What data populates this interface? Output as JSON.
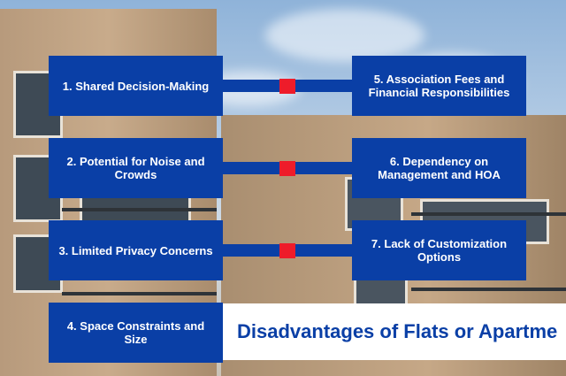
{
  "items": [
    {
      "label": "1. Shared Decision-Making"
    },
    {
      "label": "2. Potential for Noise and Crowds"
    },
    {
      "label": "3. Limited Privacy Concerns"
    },
    {
      "label": "4. Space Constraints and Size"
    },
    {
      "label": "5. Association Fees and Financial Responsibilities"
    },
    {
      "label": "6. Dependency on Management and HOA"
    },
    {
      "label": "7. Lack of Customization Options"
    }
  ],
  "title": "Disadvantages of Flats or Apartme",
  "colors": {
    "box": "#0a3fa6",
    "marker": "#ee1c2a",
    "banner": "#ffffff"
  }
}
